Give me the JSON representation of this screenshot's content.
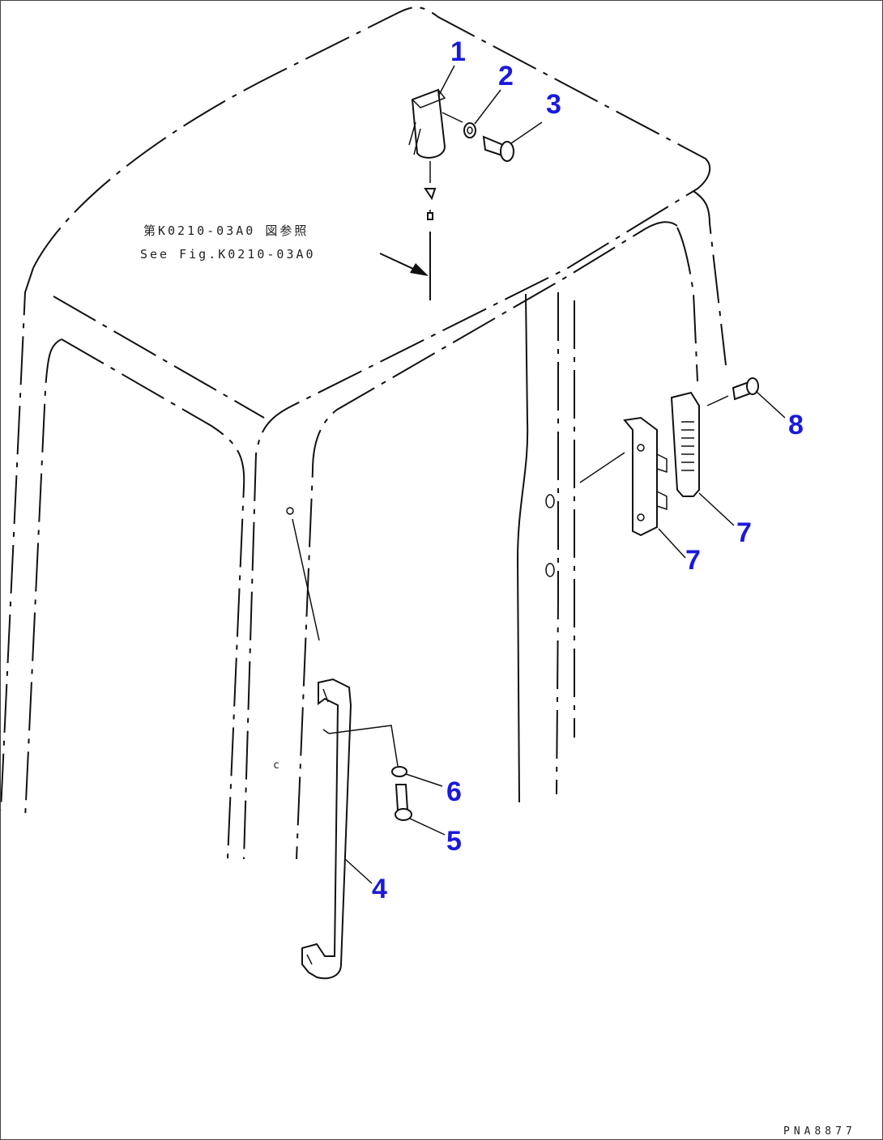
{
  "figure": {
    "note_jp": "第K0210-03A0 図参照",
    "note_en": "See Fig.K0210-03A0",
    "drawing_ref": "PNA8877",
    "accent_color": "#1a1adc"
  },
  "callouts": [
    {
      "id": "callout-1",
      "label": "1"
    },
    {
      "id": "callout-2",
      "label": "2"
    },
    {
      "id": "callout-3",
      "label": "3"
    },
    {
      "id": "callout-4",
      "label": "4"
    },
    {
      "id": "callout-5",
      "label": "5"
    },
    {
      "id": "callout-6",
      "label": "6"
    },
    {
      "id": "callout-7a",
      "label": "7"
    },
    {
      "id": "callout-7b",
      "label": "7"
    },
    {
      "id": "callout-8",
      "label": "8"
    }
  ]
}
